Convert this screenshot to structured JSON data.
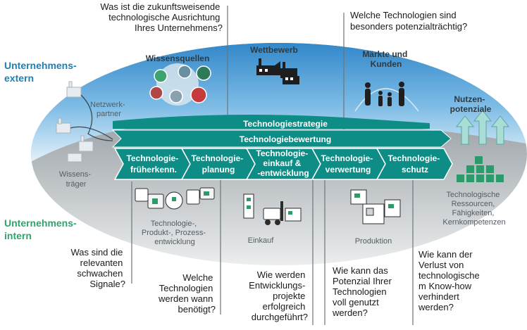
{
  "colors": {
    "teal": "#0e8c86",
    "teal_dark": "#087670",
    "sky": "#4f9fd4",
    "earth": "#8c9296",
    "accent_extern": "#1e7fb3",
    "accent_intern": "#2ea46b"
  },
  "areas": {
    "extern": [
      "Unternehmens-",
      "extern"
    ],
    "intern": [
      "Unternehmens-",
      "intern"
    ]
  },
  "labels": {
    "wissensquellen": "Wissensquellen",
    "wettbewerb": "Wettbewerb",
    "maerkte": [
      "Märkte und",
      "Kunden"
    ],
    "netzwerk": [
      "Netzwerk-",
      "partner"
    ],
    "wissenstraeger": [
      "Wissens-",
      "träger"
    ],
    "nutzen": [
      "Nutzen-",
      "potenziale"
    ],
    "ressourcen": [
      "Technologische",
      "Ressourcen,",
      "Fähigkeiten,",
      "Kernkompetenzen"
    ],
    "entwicklung": [
      "Technologie-,",
      "Produkt-, Prozess-",
      "entwicklung"
    ],
    "einkauf": "Einkauf",
    "produktion": "Produktion"
  },
  "bands": {
    "strategie": "Technologiestrategie",
    "bewertung": "Technologiebewertung"
  },
  "phases": [
    [
      "Technologie-",
      "früherkenn."
    ],
    [
      "Technologie-",
      "planung"
    ],
    [
      "Technologie-",
      "einkauf &",
      "-entwicklung"
    ],
    [
      "Technologie-",
      "verwertung"
    ],
    [
      "Technologie-",
      "schutz"
    ]
  ],
  "questions": {
    "q1": [
      "Was ist die zukunftsweisende",
      "technologische Ausrichtung",
      "Ihres Unternehmens?"
    ],
    "q2": [
      "Welche Technologien sind",
      "besonders potenzialträchtig?"
    ],
    "q3": [
      "Was sind die",
      "relevanten",
      "schwachen",
      "Signale?"
    ],
    "q4": [
      "Welche",
      "Technologien",
      "werden wann",
      "benötigt?"
    ],
    "q5": [
      "Wie werden",
      "Entwicklungs-",
      "projekte",
      "erfolgreich",
      "durchgeführt?"
    ],
    "q6": [
      "Wie kann das",
      "Potenzial Ihrer",
      "Technologien",
      "voll genutzt",
      "werden?"
    ],
    "q7": [
      "Wie kann der",
      "Verlust von",
      "technologische",
      "m Know-how",
      "verhindert",
      "werden?"
    ]
  }
}
